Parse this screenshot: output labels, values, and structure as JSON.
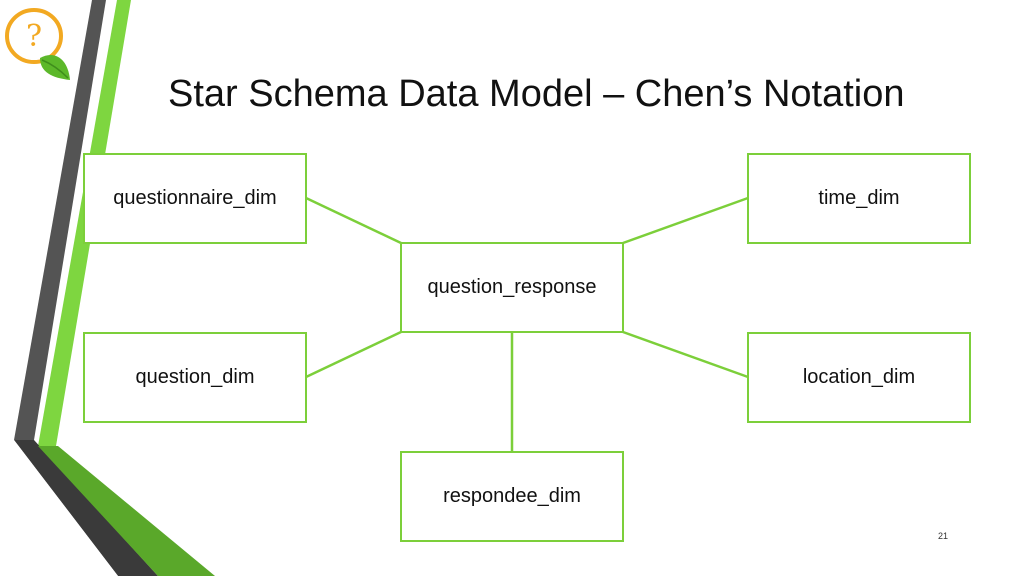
{
  "slide": {
    "title": "Star Schema Data Model – Chen’s Notation",
    "page_number": "21"
  },
  "diagram": {
    "fact": {
      "label": "question_response"
    },
    "dimensions": [
      {
        "id": "questionnaire",
        "label": "questionnaire_dim"
      },
      {
        "id": "time",
        "label": "time_dim"
      },
      {
        "id": "question",
        "label": "question_dim"
      },
      {
        "id": "location",
        "label": "location_dim"
      },
      {
        "id": "respondee",
        "label": "respondee_dim"
      }
    ],
    "relationships": [
      [
        "questionnaire_dim",
        "question_response"
      ],
      [
        "time_dim",
        "question_response"
      ],
      [
        "question_dim",
        "question_response"
      ],
      [
        "location_dim",
        "question_response"
      ],
      [
        "respondee_dim",
        "question_response"
      ]
    ]
  },
  "logo": {
    "icon": "question-leaf-logo-icon",
    "glyph": "?"
  },
  "colors": {
    "accent_green": "#7ccf3a",
    "dark_gray": "#555555",
    "logo_orange": "#f2a922",
    "logo_leaf": "#5cb82a"
  }
}
